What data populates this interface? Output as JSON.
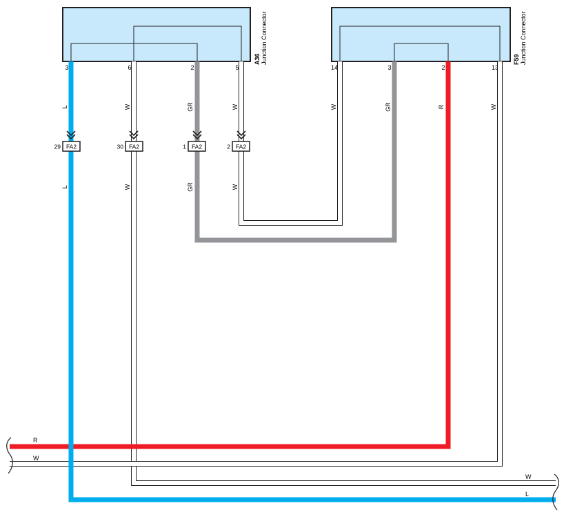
{
  "colors": {
    "L": "#00aeef",
    "R": "#ee1c25",
    "GR": "#939598",
    "W": "#ffffff",
    "box_fill": "#c7e9fb",
    "stroke": "#231f20"
  },
  "connectors": {
    "a36": {
      "id": "A36",
      "name": "Junction Connector",
      "pins": [
        "3",
        "6",
        "2",
        "5"
      ]
    },
    "f59": {
      "id": "F59",
      "name": "Junction Connector",
      "pins": [
        "14",
        "3",
        "2",
        "13"
      ]
    }
  },
  "wire_labels": {
    "a36_upper": [
      "L",
      "W",
      "GR",
      "W"
    ],
    "a36_lower": [
      "L",
      "W",
      "GR",
      "W"
    ],
    "f59_upper": [
      "W",
      "GR",
      "R",
      "W"
    ]
  },
  "junction": {
    "label": "FA2",
    "pins": [
      "29",
      "30",
      "1",
      "2"
    ]
  },
  "bus_labels": {
    "left_r": "R",
    "left_w": "W",
    "right_w": "W",
    "right_l": "L"
  }
}
